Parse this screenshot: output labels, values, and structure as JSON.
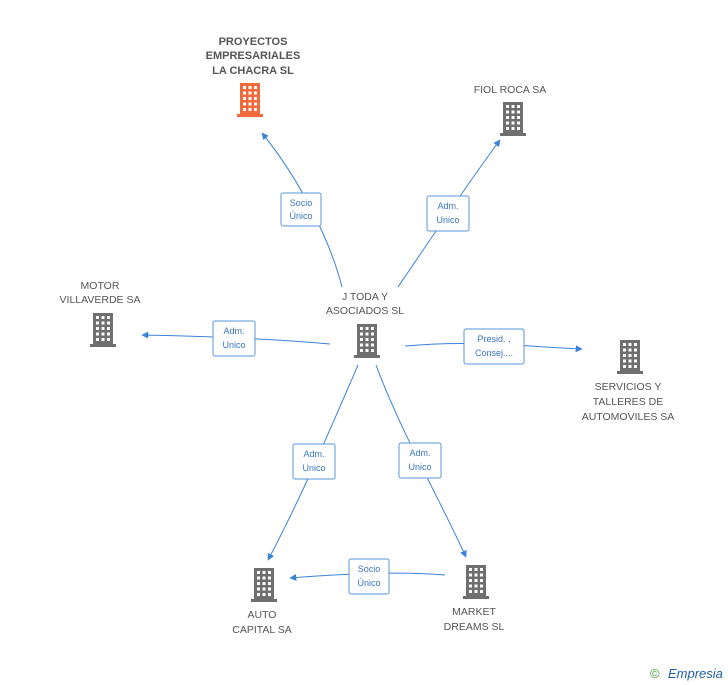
{
  "nodes": {
    "center": {
      "label_lines": [
        "J TODA Y",
        "ASOCIADOS SL"
      ]
    },
    "proyectos": {
      "label_lines": [
        "PROYECTOS",
        "EMPRESARIALES",
        "LA CHACRA SL"
      ]
    },
    "fiol": {
      "label_lines": [
        "FIOL ROCA SA"
      ]
    },
    "motor": {
      "label_lines": [
        "MOTOR",
        "VILLAVERDE SA"
      ]
    },
    "servicios": {
      "label_lines": [
        "SERVICIOS Y",
        "TALLERES DE",
        "AUTOMOVILES SA"
      ]
    },
    "auto": {
      "label_lines": [
        "AUTO",
        "CAPITAL SA"
      ]
    },
    "market": {
      "label_lines": [
        "MARKET",
        "DREAMS SL"
      ]
    }
  },
  "edges": [
    {
      "id": "center-proyectos",
      "label_lines": [
        "Socio",
        "Único"
      ]
    },
    {
      "id": "center-fiol",
      "label_lines": [
        "Adm.",
        "Unico"
      ]
    },
    {
      "id": "center-motor",
      "label_lines": [
        "Adm.",
        "Unico"
      ]
    },
    {
      "id": "center-servicios",
      "label_lines": [
        "Presid. ,",
        "Consej...."
      ]
    },
    {
      "id": "center-auto",
      "label_lines": [
        "Adm.",
        "Unico"
      ]
    },
    {
      "id": "center-market",
      "label_lines": [
        "Adm.",
        "Unico"
      ]
    },
    {
      "id": "market-auto",
      "label_lines": [
        "Socio",
        "Único"
      ]
    }
  ],
  "colors": {
    "edge": "#3a84d8",
    "building_default": "#6f6f6f",
    "building_highlight": "#f06a3c",
    "label_border": "#5a95d9"
  },
  "footer": {
    "copyright_symbol": "©",
    "brand": "Empresia"
  }
}
